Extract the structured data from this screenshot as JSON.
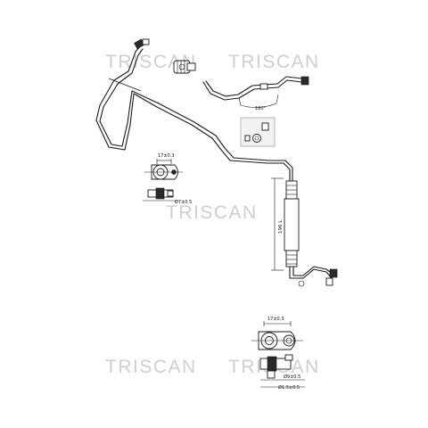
{
  "watermark": {
    "brand": "TRISCAN"
  },
  "dimensions": {
    "angle_top": "180°",
    "length_vertical": "196 L",
    "detail1_width": "17±0.3",
    "detail1_diameter": "Ø7±0.5",
    "detail2_width": "17±0.3",
    "detail2_d1": "Ø9±0.5",
    "detail2_d2": "Ø1.5±0.5"
  }
}
